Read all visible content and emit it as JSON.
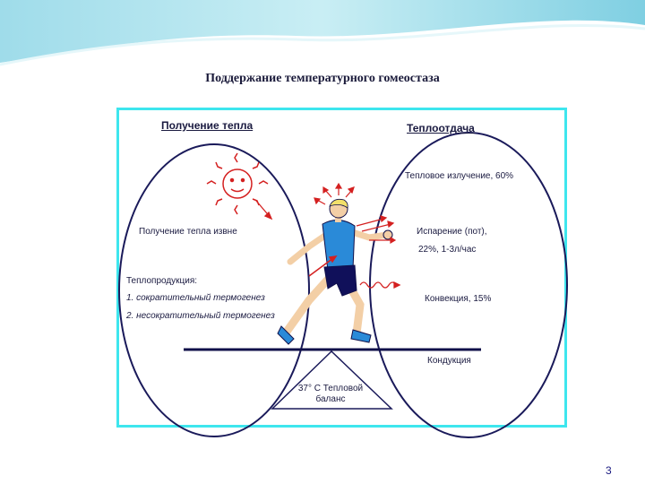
{
  "title": "Поддержание температурного гомеостаза",
  "left_header": "Получение тепла",
  "right_header": "Теплоотдача",
  "labels": {
    "heat_external": "Получение тепла извне",
    "heat_production": "Теплопродукция:",
    "shivering": "1.  сократительный  термогенез",
    "non_shivering": "2.   несократительный  термогенез",
    "radiation": "Тепловое излучение, 60%",
    "evaporation": "Испарение (пот),",
    "evaporation_rate": "22%, 1-3л/час",
    "convection": "Конвекция, 15%",
    "conduction": "Кондукция"
  },
  "balance": {
    "line1": "37° С Тепловой",
    "line2": "баланс"
  },
  "page_number": "3",
  "colors": {
    "frame": "#3ee6ee",
    "ellipse": "#1a1a5a",
    "arrow": "#d42020",
    "shirt": "#2a8ad8",
    "shorts": "#10105a"
  },
  "icons": [
    "sun-icon",
    "runner-figure",
    "wavy-arrow-icon"
  ]
}
